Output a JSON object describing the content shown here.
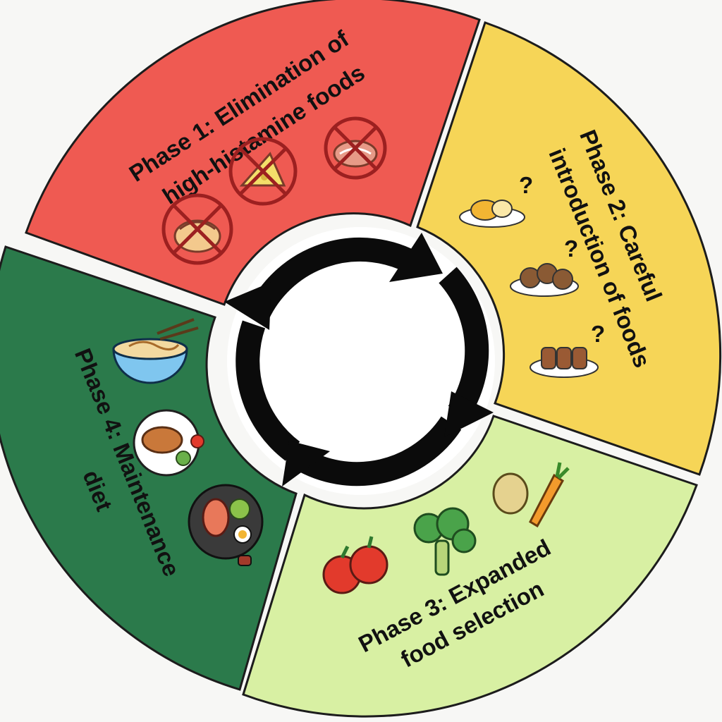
{
  "phases": [
    {
      "id": "phase-1",
      "color": "#ef5a52",
      "lines": [
        "Phase 1: Elimination of",
        "high-histamine foods"
      ]
    },
    {
      "id": "phase-2",
      "color": "#f6d557",
      "lines": [
        "Phase 2: Careful",
        "introduction of foods"
      ]
    },
    {
      "id": "phase-3",
      "color": "#d8f0a3",
      "lines": [
        "Phase 3: Expanded",
        "food selection"
      ]
    },
    {
      "id": "phase-4",
      "color": "#2b7a4b",
      "lines": [
        "Phase 4: Maintenance",
        "diet"
      ]
    }
  ],
  "icons": {
    "phase_1": [
      "crossed-out-pasta-icon",
      "crossed-out-cheese-icon",
      "crossed-out-cured-meat-icon"
    ],
    "phase_2": [
      "egg-with-question-icon",
      "nuts-with-question-icon",
      "fruits-with-question-icon"
    ],
    "phase_3": [
      "tomatoes-icon",
      "broccoli-icon",
      "potato-and-carrot-icon"
    ],
    "phase_4": [
      "noodle-bowl-icon",
      "chicken-plate-icon",
      "grill-pan-icon"
    ]
  },
  "question_mark": "?",
  "cycle_direction": "clockwise"
}
